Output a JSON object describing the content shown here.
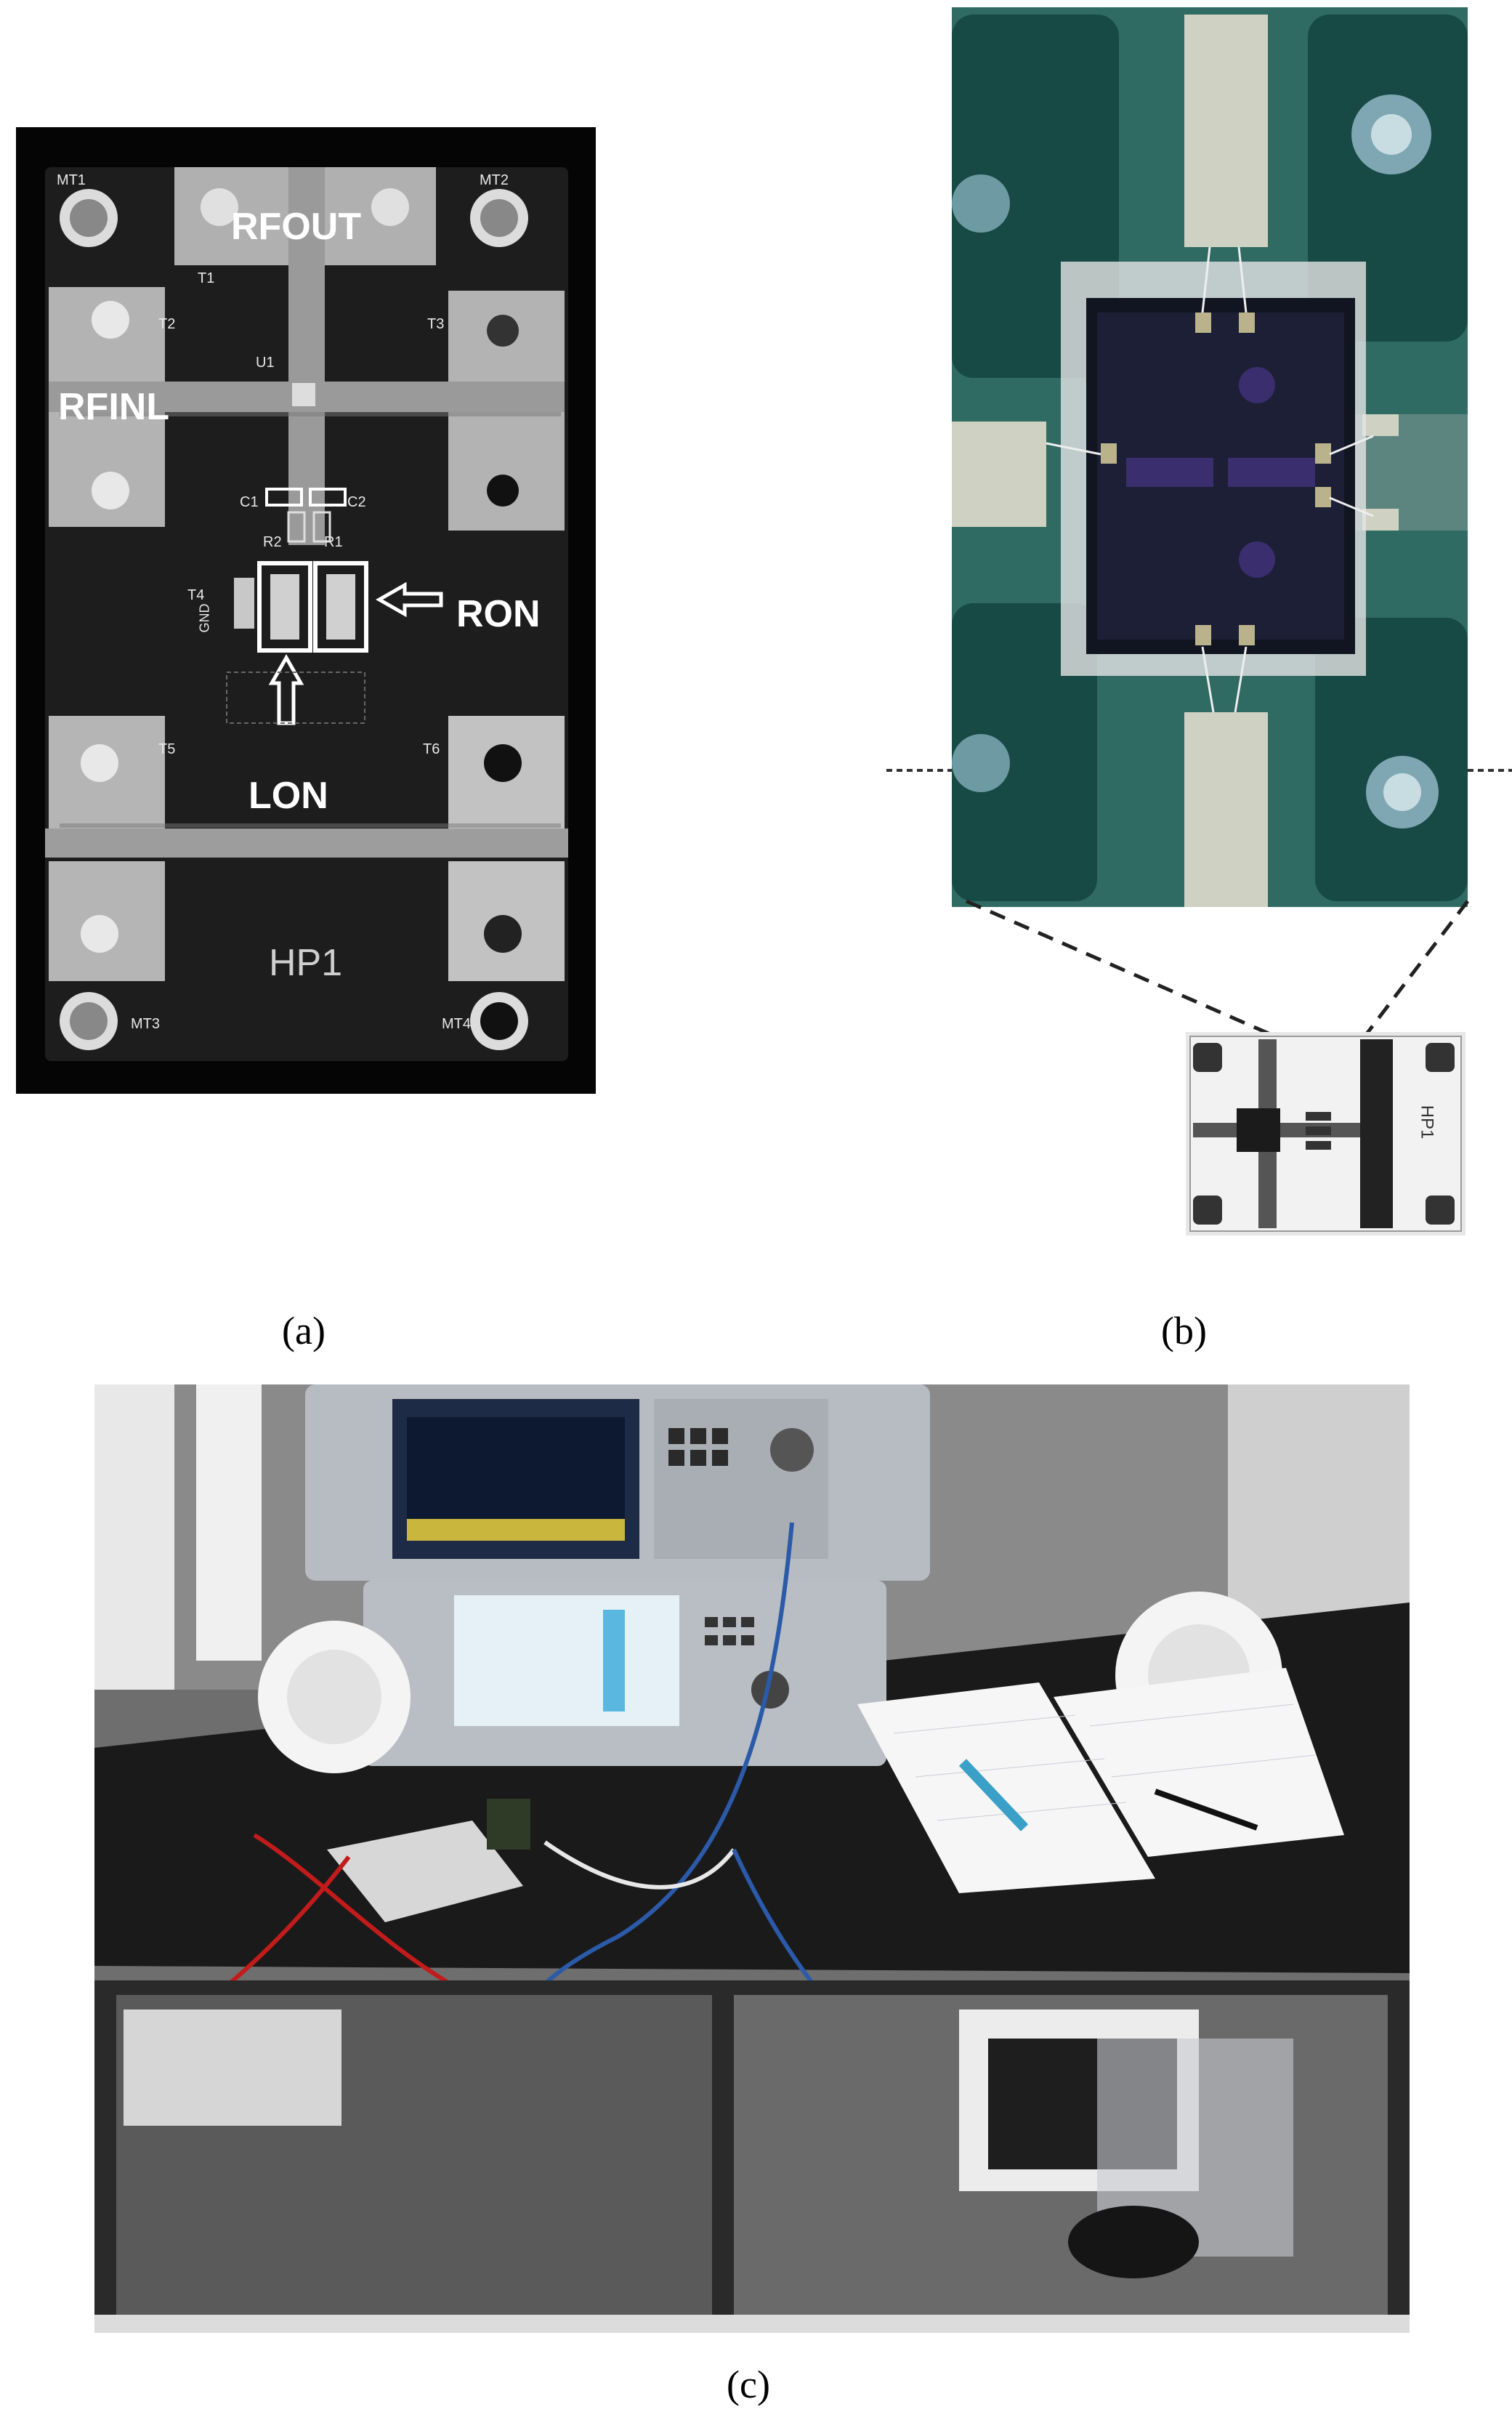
{
  "panel_a": {
    "caption": "(a)",
    "labels": {
      "rfout": "RFOUT",
      "rfinl": "RFINL",
      "ron": "RON",
      "lon": "LON",
      "hp1": "HP1",
      "gnd": "GND"
    },
    "silkscreen": [
      "MT1",
      "MT2",
      "MT3",
      "MT4",
      "T1",
      "T2",
      "T3",
      "T4",
      "T5",
      "T6",
      "U1",
      "C1",
      "C2",
      "R1",
      "R2"
    ]
  },
  "panel_b": {
    "caption": "(b)",
    "inset_label": "HP1"
  },
  "panel_c": {
    "caption": "(c)"
  },
  "colors": {
    "pcb_black": "#1c1c1c",
    "pad_grey": "#b9b9b9",
    "die_teal": "#2f6a63",
    "bench_black": "#1a1a1a"
  }
}
